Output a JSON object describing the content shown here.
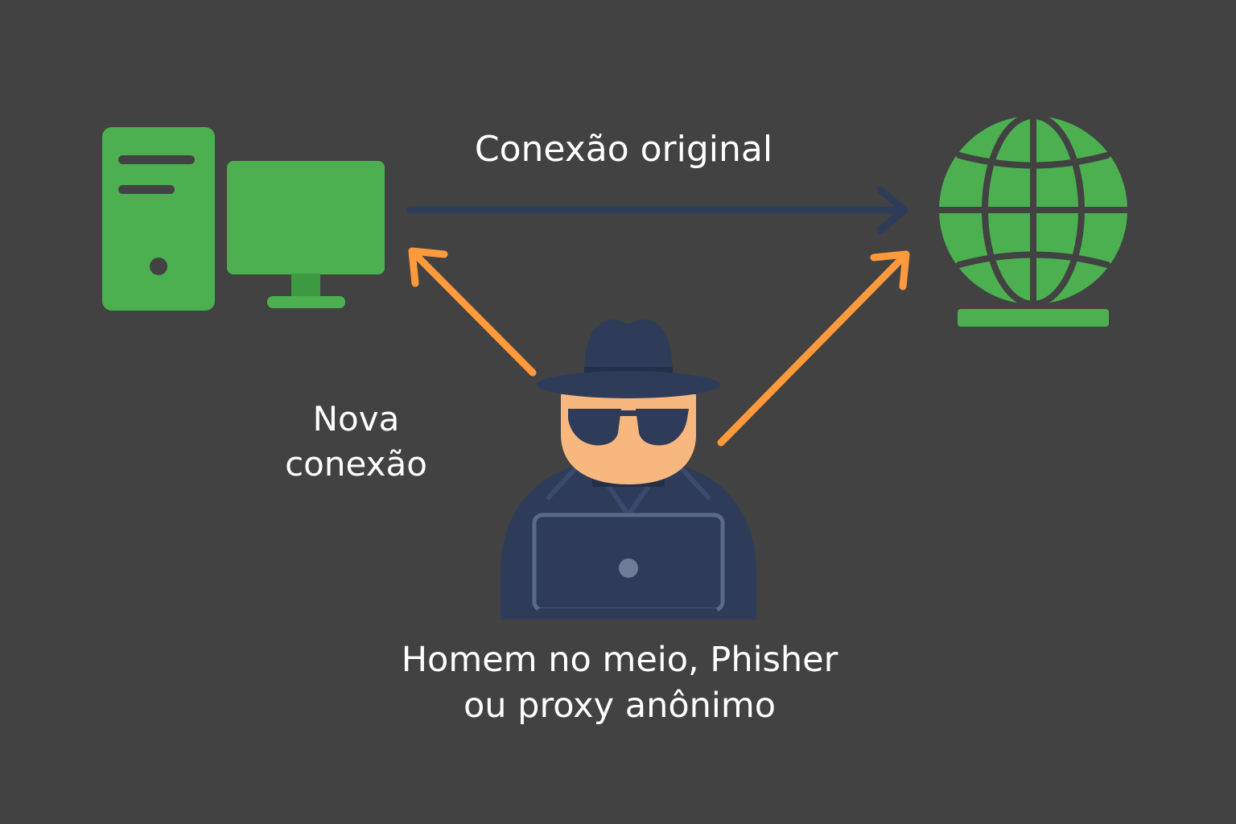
{
  "labels": {
    "original_connection": "Conexão original",
    "new_connection": [
      "Nova",
      "conexão"
    ],
    "attacker": [
      "Homem no meio, Phisher",
      "ou proxy anônimo"
    ]
  },
  "colors": {
    "background": "#424242",
    "green": "#4CAF50",
    "green_dark": "#388E3C",
    "navy": "#2E3C5A",
    "orange": "#FF9A3C",
    "skin": "#F7B77E"
  },
  "icons": [
    "desktop-computer-icon",
    "globe-icon",
    "hacker-icon"
  ]
}
